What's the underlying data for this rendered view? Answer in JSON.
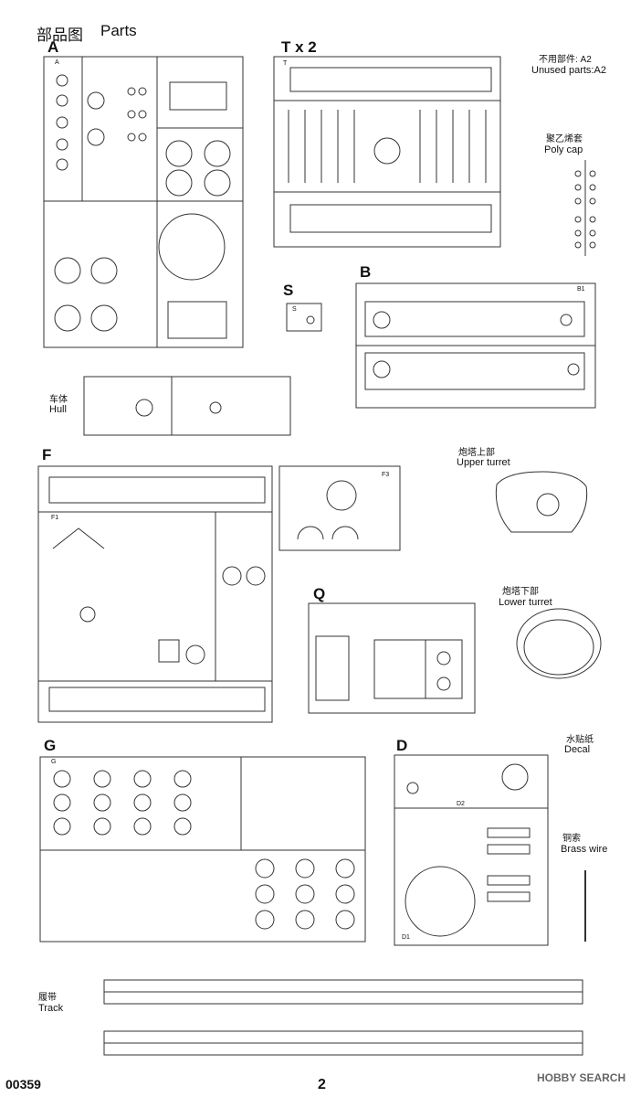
{
  "header": {
    "title_cn": "部品图",
    "title_en": "Parts"
  },
  "sprues": {
    "A": {
      "letter": "A",
      "tag": "A"
    },
    "T": {
      "letter": "T x 2",
      "tag": "T"
    },
    "S": {
      "letter": "S",
      "tag": "S"
    },
    "B": {
      "letter": "B",
      "tag": "B1"
    },
    "F": {
      "letter": "F",
      "tag1": "F1",
      "tag3": "F3"
    },
    "Q": {
      "letter": "Q"
    },
    "G": {
      "letter": "G",
      "tag": "G"
    },
    "D": {
      "letter": "D",
      "tag1": "D1",
      "tag2": "D2"
    }
  },
  "labels": {
    "unused_cn": "不用部件: A2",
    "unused_en": "Unused parts:A2",
    "polycap_cn": "聚乙烯套",
    "polycap_en": "Poly cap",
    "hull_cn": "车体",
    "hull_en": "Hull",
    "upper_turret_cn": "炮塔上部",
    "upper_turret_en": "Upper turret",
    "lower_turret_cn": "炮塔下部",
    "lower_turret_en": "Lower turret",
    "decal_cn": "水贴纸",
    "decal_en": "Decal",
    "brass_cn": "铜索",
    "brass_en": "Brass wire",
    "track_cn": "履带",
    "track_en": "Track"
  },
  "footer": {
    "code": "00359",
    "page": "2",
    "watermark": "HOBBY SEARCH"
  }
}
